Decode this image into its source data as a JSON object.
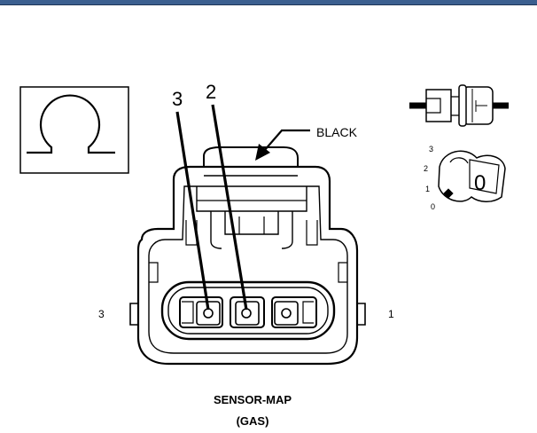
{
  "window": {
    "accent_color": "#3b5f8f"
  },
  "icons": {
    "ohm_symbol": "ohm-icon",
    "connector_pair": "connector-icon",
    "ignition_key": "key-icon"
  },
  "connector": {
    "color_callout": "BLACK",
    "pin_callouts": [
      "3",
      "2"
    ],
    "side_label_left": "3",
    "side_label_right": "1",
    "caption_line1": "SENSOR-MAP",
    "caption_line2": "(GAS)"
  },
  "ignition": {
    "positions": [
      "3",
      "2",
      "1",
      "0"
    ],
    "key_position_label": "0"
  }
}
